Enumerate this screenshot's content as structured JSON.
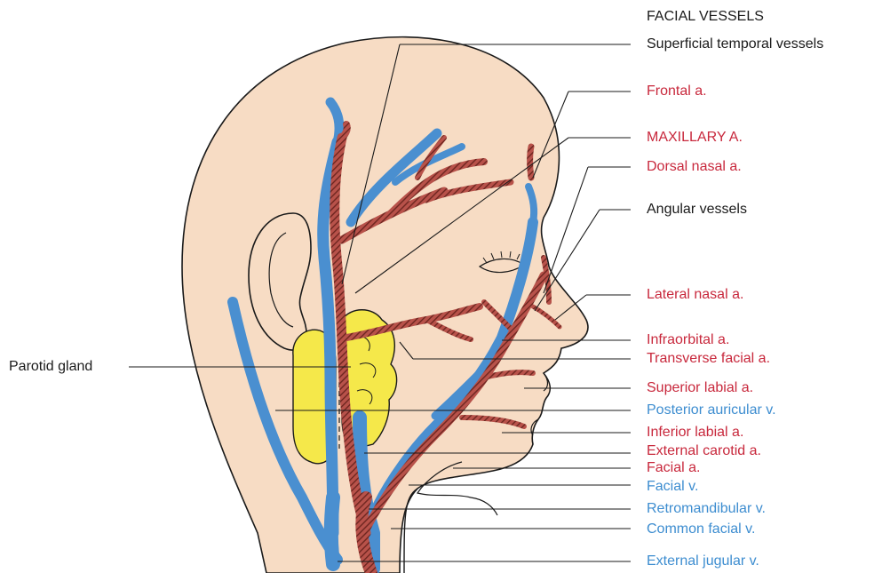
{
  "title": "FACIAL VESSELS",
  "colors": {
    "skin": "#f7dcc4",
    "artery": "#b8524a",
    "artery_stripe": "#6e2620",
    "vein": "#4a8fd0",
    "gland": "#f5e84a",
    "line": "#1a1a1a",
    "label_artery": "#c8283c",
    "label_vein": "#3d8dd0",
    "label_other": "#1a1a1a"
  },
  "labels": {
    "superficial_temporal_vessels": "Superficial temporal vessels",
    "frontal_a": "Frontal a.",
    "maxillary_a": "MAXILLARY A.",
    "dorsal_nasal_a": "Dorsal nasal a.",
    "angular_vessels": "Angular vessels",
    "lateral_nasal_a": "Lateral nasal a.",
    "infraorbital_a": "Infraorbital a.",
    "transverse_facial_a": "Transverse facial a.",
    "superior_labial_a": "Superior labial a.",
    "posterior_auricular_v": "Posterior auricular v.",
    "inferior_labial_a": "Inferior  labial a.",
    "external_carotid_a": "External carotid a.",
    "facial_a": "Facial a.",
    "facial_v": "Facial v.",
    "retromandibular_v": "Retromandibular v.",
    "common_facial_v": "Common facial v.",
    "external_jugular_v": "External jugular v.",
    "parotid_gland": "Parotid gland"
  }
}
